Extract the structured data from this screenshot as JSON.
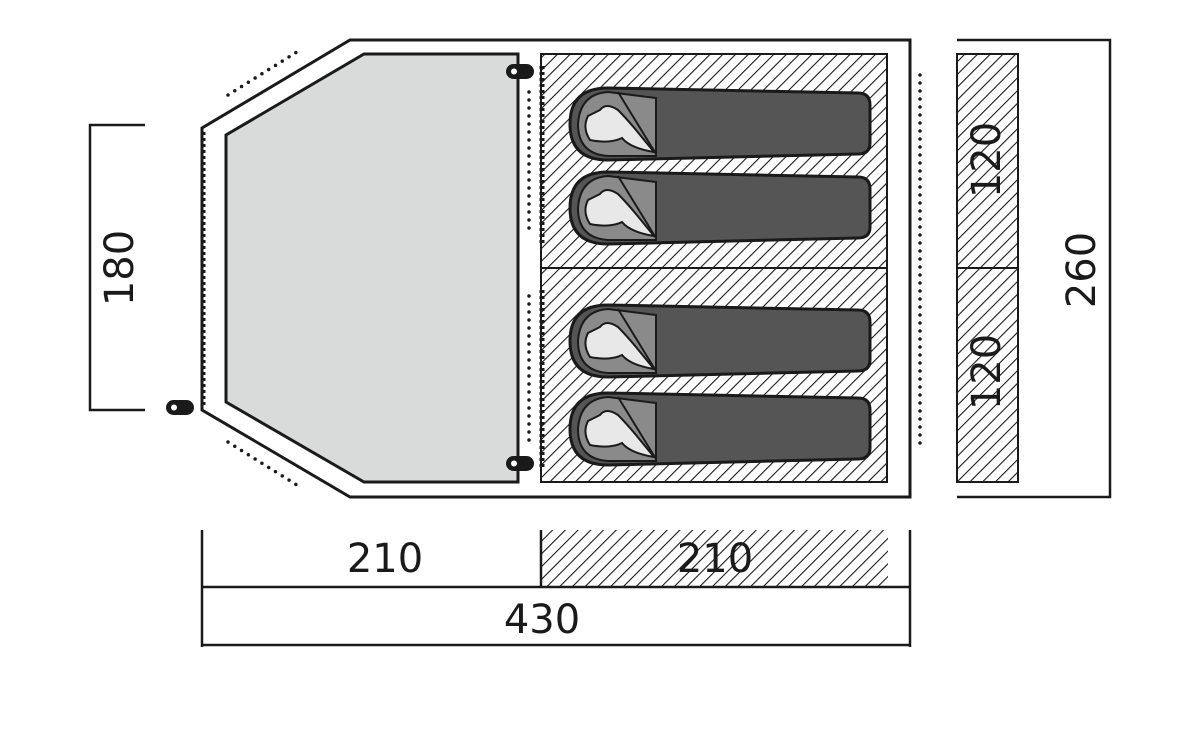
{
  "diagram": {
    "type": "tent floor plan",
    "dimensions": {
      "living_area_depth": "210",
      "bedroom_depth": "210",
      "total_length": "430",
      "door_width": "180",
      "bedroom_width_top": "120",
      "bedroom_width_bottom": "120",
      "total_width": "260"
    },
    "sleeping_places": 4,
    "colors": {
      "outline": "#1a1a1a",
      "living_area": "#d9dbdb",
      "sleeping_bag": "#555555",
      "sleeping_bag_hood": "#8a8a8a",
      "pillow": "#e8e8e8"
    }
  }
}
